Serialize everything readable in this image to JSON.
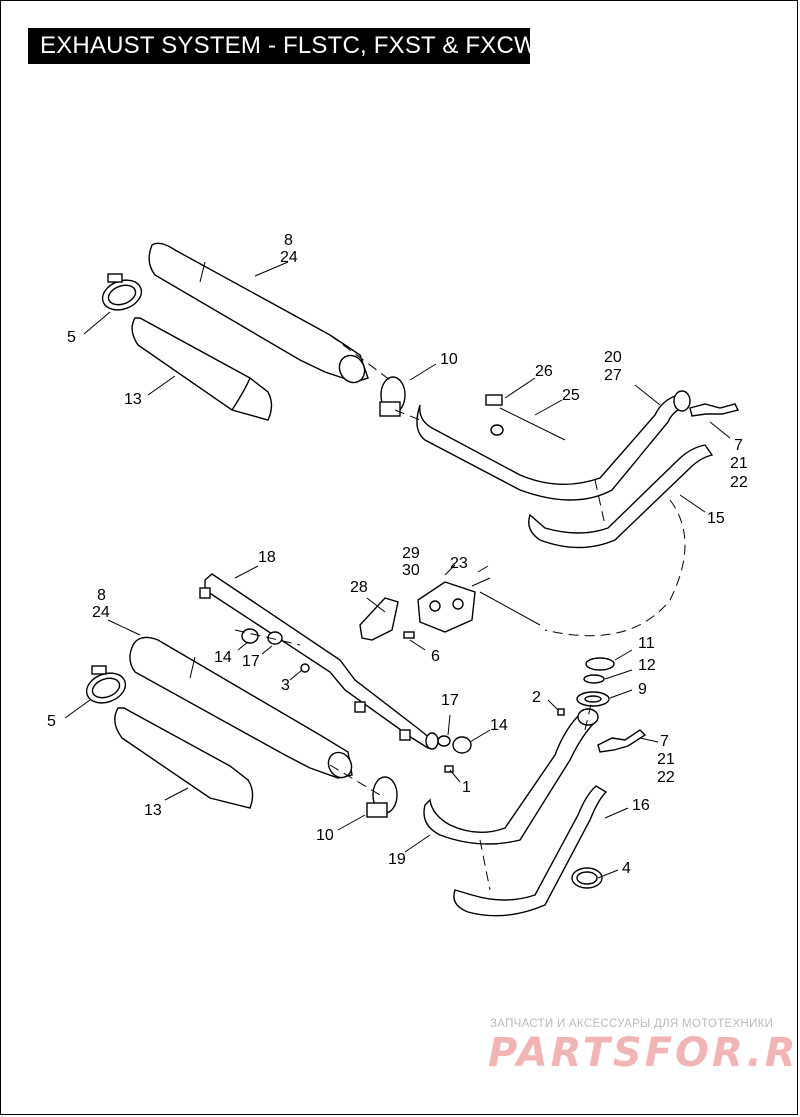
{
  "title": "EXHAUST SYSTEM - FLSTC, FXST & FXCWC",
  "callouts": {
    "c8a": "8",
    "c24a": "24",
    "c5a": "5",
    "c13a": "13",
    "c10a": "10",
    "c26": "26",
    "c25": "25",
    "c20": "20",
    "c27": "27",
    "c7a": "7",
    "c21a": "21",
    "c22a": "22",
    "c15": "15",
    "c18": "18",
    "c29": "29",
    "c30": "30",
    "c23": "23",
    "c28": "28",
    "c8b": "8",
    "c24b": "24",
    "c14a": "14",
    "c17a": "17",
    "c6": "6",
    "c3": "3",
    "c11": "11",
    "c12": "12",
    "c9": "9",
    "c2": "2",
    "c17b": "17",
    "c14b": "14",
    "c5b": "5",
    "c1": "1",
    "c7b": "7",
    "c21b": "21",
    "c22b": "22",
    "c16": "16",
    "c13b": "13",
    "c10b": "10",
    "c19": "19",
    "c4": "4"
  },
  "watermark": {
    "tagline": "ЗАПЧАСТИ И АКСЕССУАРЫ ДЛЯ МОТОТЕХНИКИ",
    "logo": "PARTSFOR.RU"
  }
}
